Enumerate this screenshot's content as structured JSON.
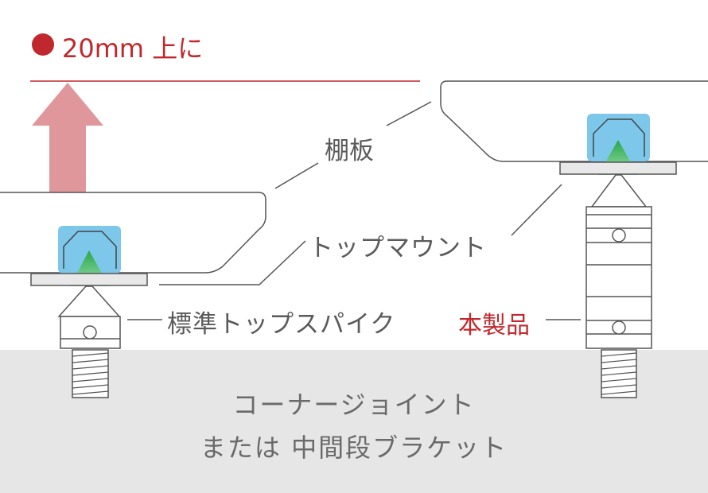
{
  "labels": {
    "raise": "20mm 上に",
    "shelf": "棚板",
    "top_mount": "トップマウント",
    "standard_spike": "標準トップスパイク",
    "product": "本製品"
  },
  "base": {
    "line1": "コーナージョイント",
    "line2": "または 中間段ブラケット"
  },
  "colors": {
    "accent_red": "#c0282d",
    "arrow": "#e0979b",
    "mount_blue": "#7cc7ea",
    "spike_green": "#6fd08c",
    "base_gray": "#e6e6e6",
    "line_gray": "#555555"
  }
}
